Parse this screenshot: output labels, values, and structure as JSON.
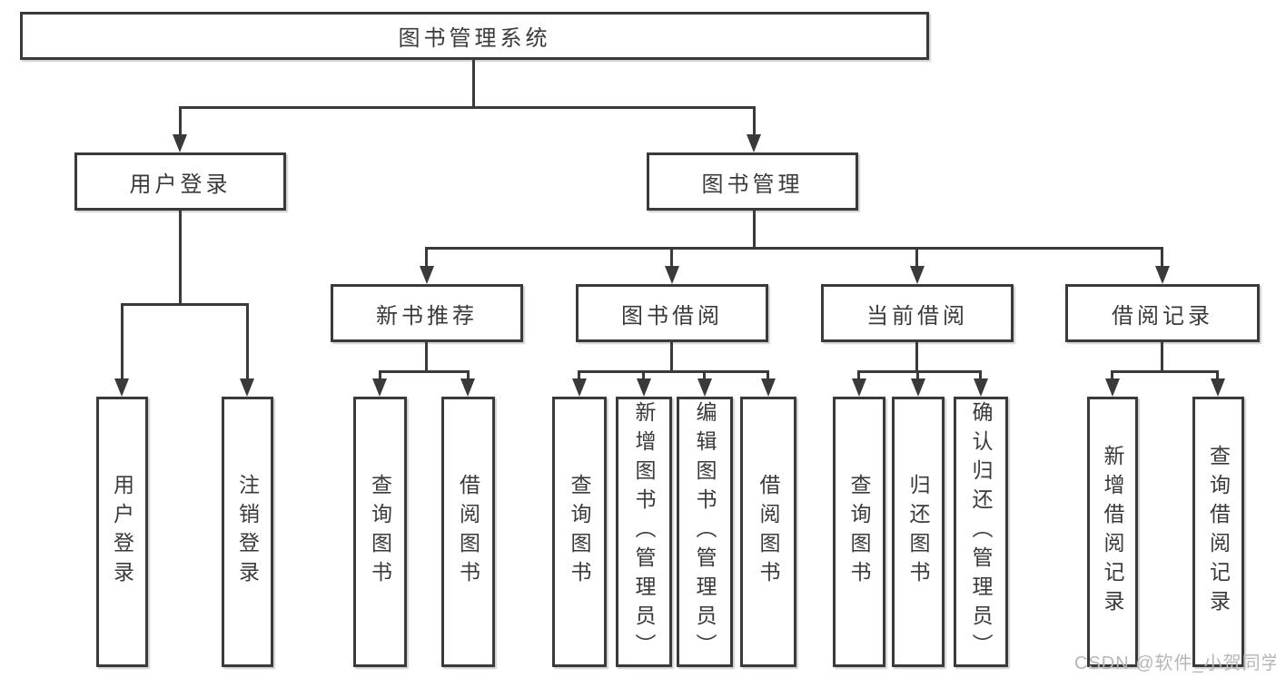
{
  "diagram": {
    "root": {
      "label": "图书管理系统"
    },
    "branches": {
      "user_login": {
        "label": "用户登录",
        "leaves": [
          "用户登录",
          "注销登录"
        ]
      },
      "book_mgmt": {
        "label": "图书管理",
        "sections": [
          {
            "label": "新书推荐",
            "leaves": [
              "查询图书",
              "借阅图书"
            ]
          },
          {
            "label": "图书借阅",
            "leaves": [
              "查询图书",
              "新增图书（管理员）",
              "编辑图书（管理员）",
              "借阅图书"
            ]
          },
          {
            "label": "当前借阅",
            "leaves": [
              "查询图书",
              "归还图书",
              "确认归还（管理员）"
            ]
          },
          {
            "label": "借阅记录",
            "leaves": [
              "新增借阅记录",
              "查询借阅记录"
            ]
          }
        ]
      }
    },
    "watermark": "CSDN @软件_小贺同学",
    "colors": {
      "line": "#3a3a3a",
      "border": "#3a3a3a",
      "text": "#3a3a3a",
      "background": "#ffffff",
      "watermark": "#b7b7b7"
    }
  }
}
